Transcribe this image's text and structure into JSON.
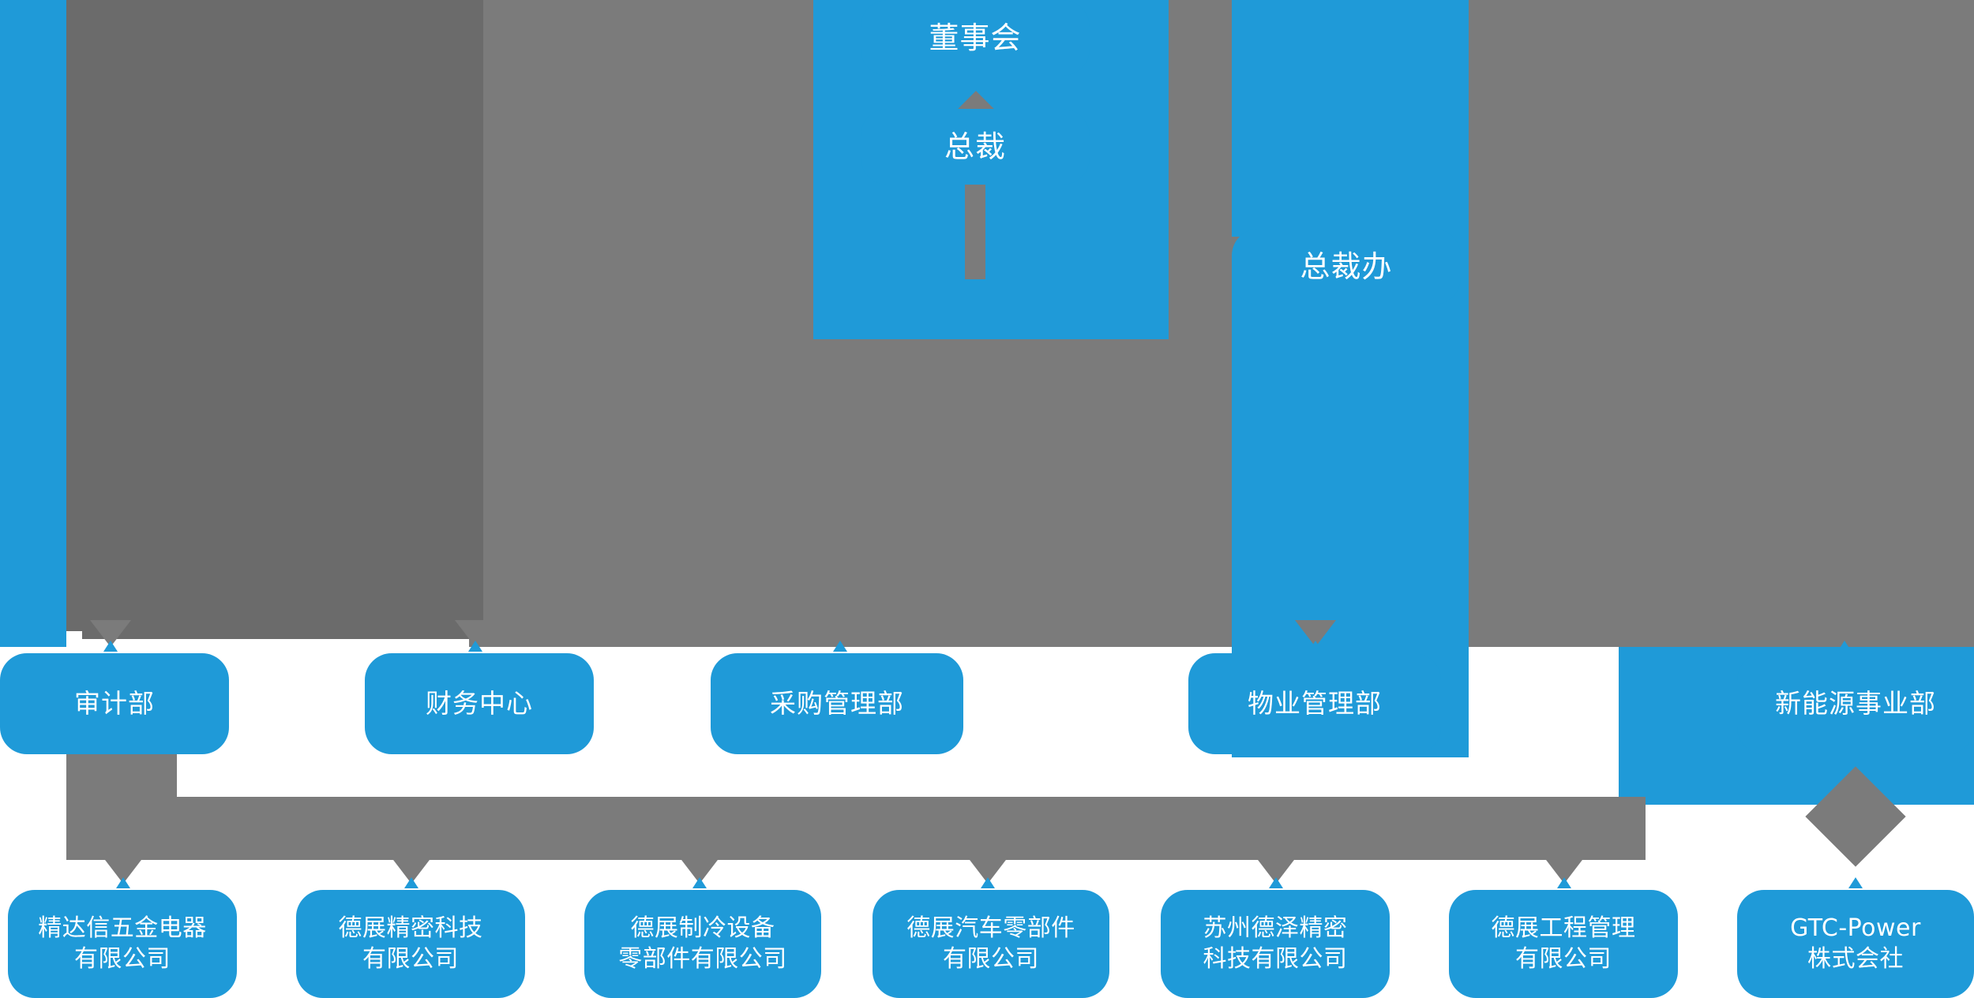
{
  "theme": {
    "node_color": "#1f9ad8",
    "connector_color": "#7b7b7b",
    "connector_color_dark": "#6b6b6b",
    "text_color": "#ffffff",
    "background": "#ffffff"
  },
  "chart_title": "",
  "levels": {
    "board": {
      "label": "董事会"
    },
    "president": {
      "label": "总裁"
    },
    "president_office": {
      "label": "总裁办"
    }
  },
  "departments": [
    {
      "id": "audit",
      "label": "审计部"
    },
    {
      "id": "finance",
      "label": "财务中心"
    },
    {
      "id": "purchasing",
      "label": "采购管理部"
    },
    {
      "id": "property",
      "label": "物业管理部"
    },
    {
      "id": "new-energy",
      "label": "新能源事业部"
    }
  ],
  "subsidiaries": [
    {
      "id": "jingdaxin",
      "label": "精达信五金电器\n有限公司"
    },
    {
      "id": "dezhan-precision",
      "label": "德展精密科技\n有限公司"
    },
    {
      "id": "dezhan-cooling",
      "label": "德展制冷设备\n零部件有限公司"
    },
    {
      "id": "dezhan-auto",
      "label": "德展汽车零部件\n有限公司"
    },
    {
      "id": "suzhou-deze",
      "label": "苏州德泽精密\n科技有限公司"
    },
    {
      "id": "dezhan-eng",
      "label": "德展工程管理\n有限公司"
    },
    {
      "id": "gtc-power",
      "label": "GTC-Power\n株式会社"
    }
  ]
}
